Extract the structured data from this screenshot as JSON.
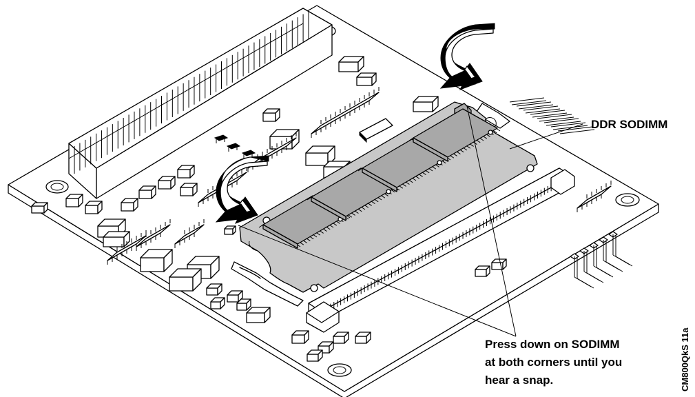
{
  "labels": {
    "module": "DDR SODIMM",
    "instruction_line1": "Press down on SODIMM",
    "instruction_line2": "at both corners until you",
    "instruction_line3": "hear a snap.",
    "figure_id": "CM800QkS 11a"
  },
  "colors": {
    "ink": "#000000",
    "board": "#ffffff",
    "sodimm_pcb": "#c8c8c8",
    "memory_chip": "#a8a8a8"
  },
  "icons": {
    "press_arrows": "curved-down-arrow"
  }
}
